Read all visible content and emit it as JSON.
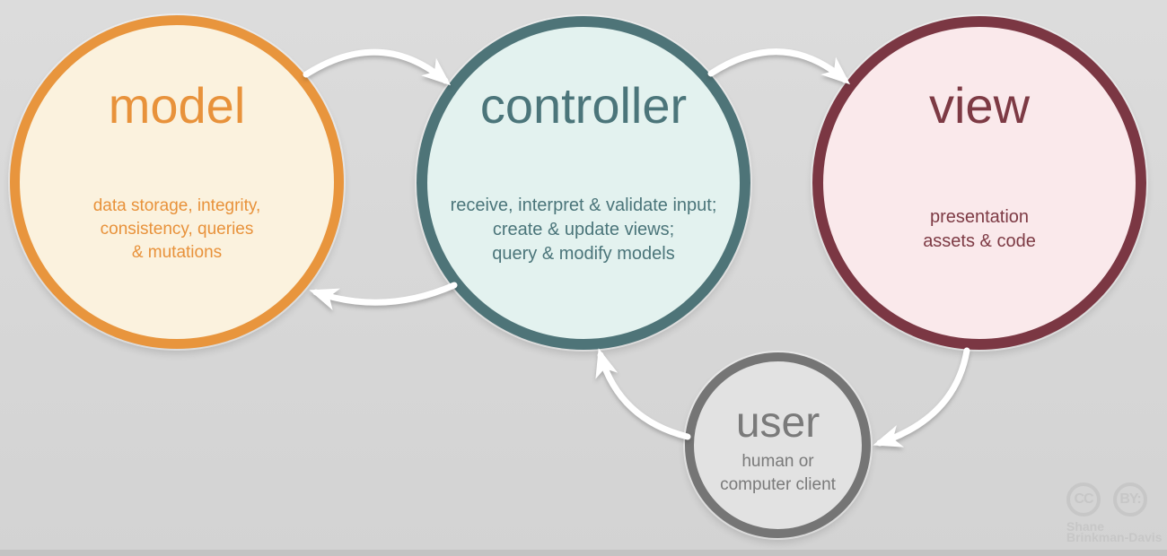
{
  "diagram": {
    "background_color": "#d7d7d7",
    "arrow_color": "#ffffff",
    "nodes": [
      {
        "id": "model",
        "label": "model",
        "description": [
          "data storage, integrity,",
          "consistency, queries",
          "& mutations"
        ],
        "border_color": "#e8953d",
        "fill_color": "#fbf2de",
        "text_color": "#e8923b"
      },
      {
        "id": "controller",
        "label": "controller",
        "description": [
          "receive, interpret & validate input;",
          "create & update views;",
          "query & modify models"
        ],
        "border_color": "#4e7478",
        "fill_color": "#e3f2ef",
        "text_color": "#4b757a"
      },
      {
        "id": "view",
        "label": "view",
        "description": [
          "presentation",
          "assets & code"
        ],
        "border_color": "#7b3743",
        "fill_color": "#fae9eb",
        "text_color": "#7d3a44"
      },
      {
        "id": "user",
        "label": "user",
        "description": [
          "human or",
          "computer client"
        ],
        "border_color": "#757575",
        "fill_color": "#e2e2e2",
        "text_color": "#7a7a7a"
      }
    ],
    "edges": [
      {
        "from": "model",
        "to": "controller"
      },
      {
        "from": "controller",
        "to": "view"
      },
      {
        "from": "controller",
        "to": "model"
      },
      {
        "from": "user",
        "to": "controller"
      },
      {
        "from": "view",
        "to": "user"
      }
    ]
  },
  "attribution": {
    "cc_label": "CC",
    "by_label": "BY:",
    "author_line1": "Shane",
    "author_line2": "Brinkman-Davis"
  }
}
